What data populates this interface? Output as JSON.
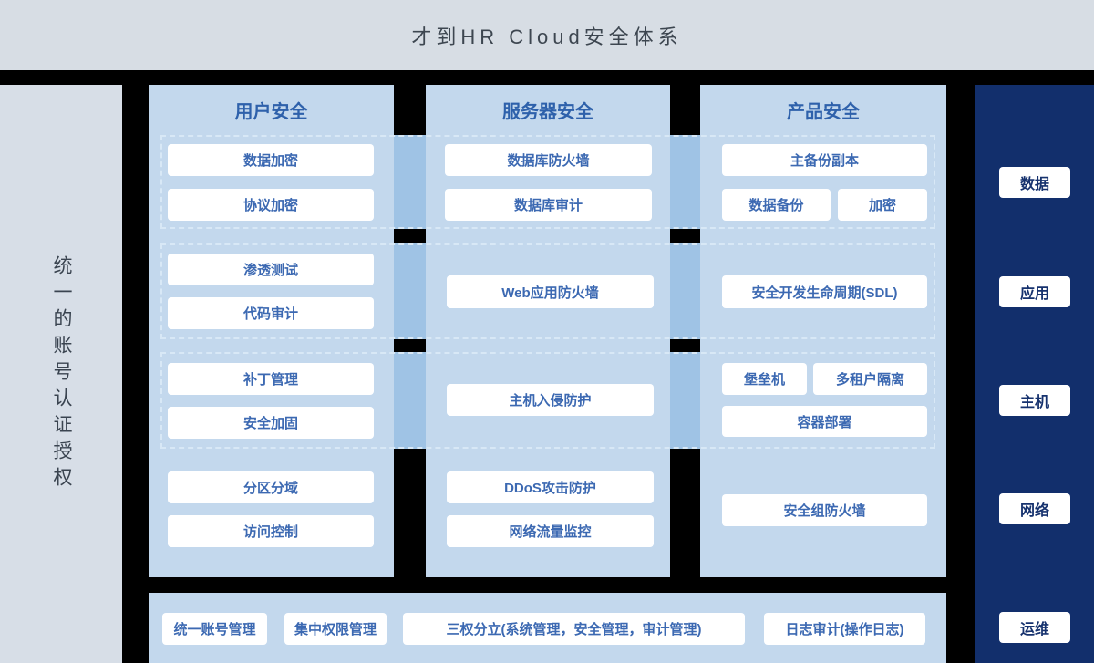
{
  "title": "才到HR Cloud安全体系",
  "left_panel": {
    "label": "统一的账号认证授权"
  },
  "columns": [
    {
      "title": "用户安全",
      "groups": [
        [
          "数据加密",
          "协议加密"
        ],
        [
          "渗透测试",
          "代码审计"
        ],
        [
          "补丁管理",
          "安全加固"
        ],
        [
          "分区分域",
          "访问控制"
        ]
      ]
    },
    {
      "title": "服务器安全",
      "groups": [
        [
          "数据库防火墙",
          "数据库审计"
        ],
        [
          "Web应用防火墙"
        ],
        [
          "主机入侵防护"
        ],
        [
          "DDoS攻击防护",
          "网络流量监控"
        ]
      ]
    },
    {
      "title": "产品安全",
      "groups": [
        [
          "主备份副本",
          "数据备份",
          "加密"
        ],
        [
          "安全开发生命周期(SDL)"
        ],
        [
          "堡垒机",
          "多租户隔离",
          "容器部署"
        ],
        [
          "安全组防火墙"
        ]
      ]
    }
  ],
  "right_panel": {
    "items": [
      "数据",
      "应用",
      "主机",
      "网络",
      "运维"
    ]
  },
  "bottom_bar": {
    "items": [
      "统一账号管理",
      "集中权限管理",
      "三权分立(系统管理，安全管理，审计管理)",
      "日志审计(操作日志)"
    ]
  },
  "colors": {
    "background": "#000000",
    "header_bg": "#d7dde4",
    "panel_bg": "#c3d8ed",
    "bridge_bg": "#9fc3e5",
    "navy_bg": "#122f6c",
    "title_text": "#3d4650",
    "column_title_text": "#2e61ab",
    "button_text": "#3c69b2",
    "navy_button_text": "#16326e"
  }
}
